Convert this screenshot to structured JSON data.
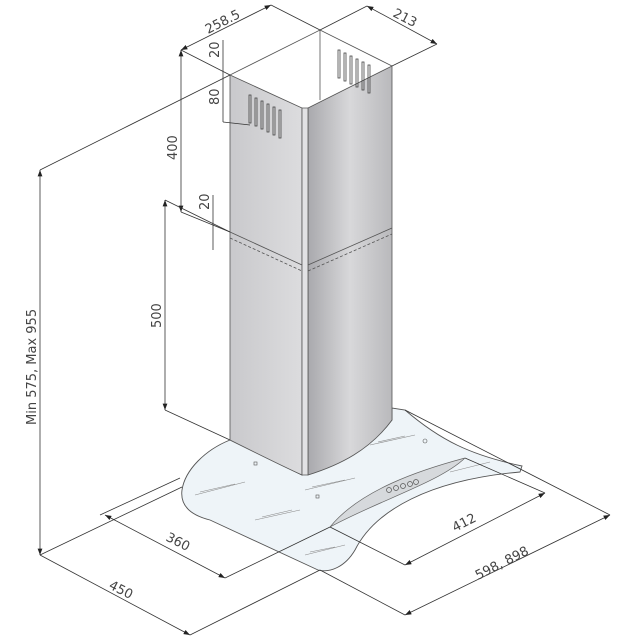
{
  "title": "Chimney hood dimension drawing",
  "units": "mm",
  "dimensions": {
    "chimney_width": "258.5",
    "chimney_depth": "213",
    "vent_top_offset": "20",
    "vent_height": "80",
    "upper_chimney_height": "400",
    "overlap": "20",
    "lower_chimney_height": "500",
    "total_height": "Min 575, Max 955",
    "glass_depth_inner": "360",
    "glass_width_inner": "412",
    "hood_depth": "450",
    "hood_width": "598, 898"
  },
  "colors": {
    "steel_left": "#d4d4d6",
    "steel_right": "#bdbdc0",
    "glass": "#eef4f8",
    "line": "#333333"
  }
}
